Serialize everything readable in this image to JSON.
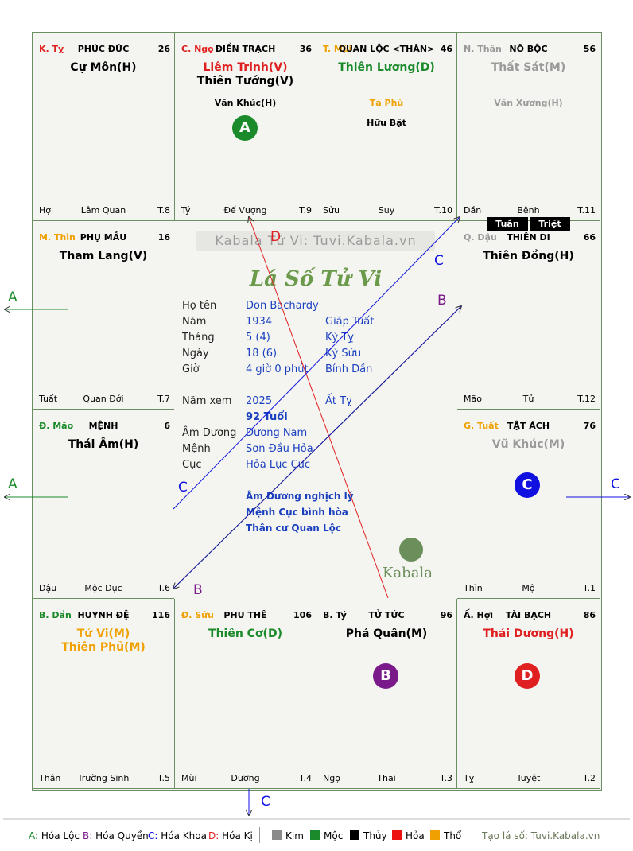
{
  "watermark": "Kabala Tử Vi: Tuvi.Kabala.vn",
  "logo_title": "Lá Số Tử Vi",
  "brand": "Kabala",
  "cells": [
    {
      "id": "ty",
      "name": "K. Tỵ",
      "name_color": "#e02020",
      "title": "PHÚC ĐỨC",
      "num": "26",
      "stars": [
        {
          "text": "Cự Môn(H)",
          "color": "#000"
        }
      ],
      "minors": [],
      "foot_left": "Hợi",
      "foot_mid": "Lâm Quan",
      "foot_right": "T.8"
    },
    {
      "id": "ngo",
      "name": "C. Ngọ",
      "name_color": "#e02020",
      "title": "ĐIỀN TRẠCH",
      "num": "36",
      "stars": [
        {
          "text": "Liêm Trinh(V)",
          "color": "#e02020"
        },
        {
          "text": "Thiên Tướng(V)",
          "color": "#000"
        }
      ],
      "minors": [
        {
          "text": "Văn Khúc(H)",
          "color": "#000"
        }
      ],
      "foot_left": "Tý",
      "foot_mid": "Đế Vượng",
      "foot_right": "T.9"
    },
    {
      "id": "mui",
      "name": "T. Mùi",
      "name_color": "#f0a000",
      "title": "QUAN LỘC <THÂN>",
      "num": "46",
      "stars": [
        {
          "text": "Thiên Lương(D)",
          "color": "#1a8a2a"
        }
      ],
      "minors": [
        {
          "text": "Tả Phù",
          "color": "#f0a000"
        },
        {
          "text": "Hữu Bật",
          "color": "#000"
        }
      ],
      "foot_left": "Sửu",
      "foot_mid": "Suy",
      "foot_right": "T.10"
    },
    {
      "id": "than",
      "name": "N. Thân",
      "name_color": "#9a9a9a",
      "title": "NÔ BỘC",
      "num": "56",
      "stars": [
        {
          "text": "Thất Sát(M)",
          "color": "#9a9a9a"
        }
      ],
      "minors": [
        {
          "text": "Văn Xương(H)",
          "color": "#9a9a9a"
        }
      ],
      "foot_left": "Dần",
      "foot_mid": "Bệnh",
      "foot_right": "T.11"
    },
    {
      "id": "thin",
      "name": "M. Thìn",
      "name_color": "#f0a000",
      "title": "PHỤ MẪU",
      "num": "16",
      "stars": [
        {
          "text": "Tham Lang(V)",
          "color": "#000"
        }
      ],
      "minors": [],
      "foot_left": "Tuất",
      "foot_mid": "Quan Đới",
      "foot_right": "T.7"
    },
    {
      "id": "dau",
      "name": "Q. Dậu",
      "name_color": "#9a9a9a",
      "title": "THIÊN DI",
      "num": "66",
      "stars": [
        {
          "text": "Thiên Đồng(H)",
          "color": "#000"
        }
      ],
      "minors": [],
      "foot_left": "Mão",
      "foot_mid": "Tử",
      "foot_right": "T.12"
    },
    {
      "id": "mao",
      "name": "Đ. Mão",
      "name_color": "#1a8a2a",
      "title": "MỆNH",
      "num": "6",
      "stars": [
        {
          "text": "Thái Âm(H)",
          "color": "#000"
        }
      ],
      "minors": [],
      "foot_left": "Dậu",
      "foot_mid": "Mộc Dục",
      "foot_right": "T.6"
    },
    {
      "id": "tuat",
      "name": "G. Tuất",
      "name_color": "#f0a000",
      "title": "TẬT ÁCH",
      "num": "76",
      "stars": [
        {
          "text": "Vũ Khúc(M)",
          "color": "#9a9a9a"
        }
      ],
      "minors": [],
      "foot_left": "Thìn",
      "foot_mid": "Mộ",
      "foot_right": "T.1"
    },
    {
      "id": "dan",
      "name": "B. Dần",
      "name_color": "#1a8a2a",
      "title": "HUYNH ĐỆ",
      "num": "116",
      "stars": [
        {
          "text": "Tử Vi(M)",
          "color": "#f0a000"
        },
        {
          "text": "Thiên Phủ(M)",
          "color": "#f0a000"
        }
      ],
      "minors": [],
      "foot_left": "Thân",
      "foot_mid": "Trường Sinh",
      "foot_right": "T.5"
    },
    {
      "id": "suu",
      "name": "Đ. Sửu",
      "name_color": "#f0a000",
      "title": "PHU THÊ",
      "num": "106",
      "stars": [
        {
          "text": "Thiên Cơ(D)",
          "color": "#1a8a2a"
        }
      ],
      "minors": [],
      "foot_left": "Mùi",
      "foot_mid": "Dưỡng",
      "foot_right": "T.4"
    },
    {
      "id": "ti",
      "name": "B. Tý",
      "name_color": "#000",
      "title": "TỬ TỨC",
      "num": "96",
      "stars": [
        {
          "text": "Phá Quân(M)",
          "color": "#000"
        }
      ],
      "minors": [],
      "foot_left": "Ngọ",
      "foot_mid": "Thai",
      "foot_right": "T.3"
    },
    {
      "id": "hoi",
      "name": "Ấ. Hợi",
      "name_color": "#000",
      "title": "TÀI BẠCH",
      "num": "86",
      "stars": [
        {
          "text": "Thái Dương(H)",
          "color": "#e02020"
        }
      ],
      "minors": [],
      "foot_left": "Tỵ",
      "foot_mid": "Tuyệt",
      "foot_right": "T.2"
    }
  ],
  "tuan": "Tuần",
  "triet": "Triệt",
  "circles": [
    {
      "label": "A",
      "color": "#1a8a2a"
    },
    {
      "label": "C",
      "color": "#1010e0"
    },
    {
      "label": "B",
      "color": "#7a1a8a"
    },
    {
      "label": "D",
      "color": "#e02020"
    }
  ],
  "info": {
    "rows": [
      {
        "label": "Họ tên",
        "value": "Don Bachardy",
        "extra": ""
      },
      {
        "label": "Năm",
        "value": "1934",
        "extra": "Giáp Tuất"
      },
      {
        "label": "Tháng",
        "value": "5  (4)",
        "extra": "Kỷ Tỵ"
      },
      {
        "label": "Ngày",
        "value": "18  (6)",
        "extra": "Kỷ Sửu"
      },
      {
        "label": "Giờ",
        "value": "4 giờ 0 phút",
        "extra": "Bính Dần"
      }
    ],
    "year_label": "Năm xem",
    "year_value": "2025",
    "year_extra": "Ất Tỵ",
    "age": "92 Tuổi",
    "rows2": [
      {
        "label": "Âm Dương",
        "value": "Dương Nam"
      },
      {
        "label": "Mệnh",
        "value": "Sơn Đầu Hỏa"
      },
      {
        "label": "Cục",
        "value": "Hỏa Lục Cục"
      }
    ],
    "notes": [
      "Âm Dương nghịch lý",
      "Mệnh Cục bình hòa",
      "Thân cư Quan Lộc"
    ]
  },
  "arrow_labels": {
    "a": "A",
    "b": "B",
    "c": "C",
    "d": "D"
  },
  "legend": {
    "items": [
      {
        "key": "A:",
        "text": "Hóa Lộc",
        "color": "#1a8a2a"
      },
      {
        "key": "B:",
        "text": "Hóa Quyền",
        "color": "#7a1a8a"
      },
      {
        "key": "C:",
        "text": "Hóa Khoa",
        "color": "#1010e0"
      },
      {
        "key": "D:",
        "text": "Hóa Kị",
        "color": "#e02020"
      }
    ],
    "elements": [
      {
        "text": "Kim",
        "color": "#8a8a8a"
      },
      {
        "text": "Mộc",
        "color": "#1a8a2a"
      },
      {
        "text": "Thủy",
        "color": "#000000"
      },
      {
        "text": "Hỏa",
        "color": "#ee1111"
      },
      {
        "text": "Thổ",
        "color": "#f0a000"
      }
    ],
    "site": "Tạo lá số: Tuvi.Kabala.vn"
  }
}
